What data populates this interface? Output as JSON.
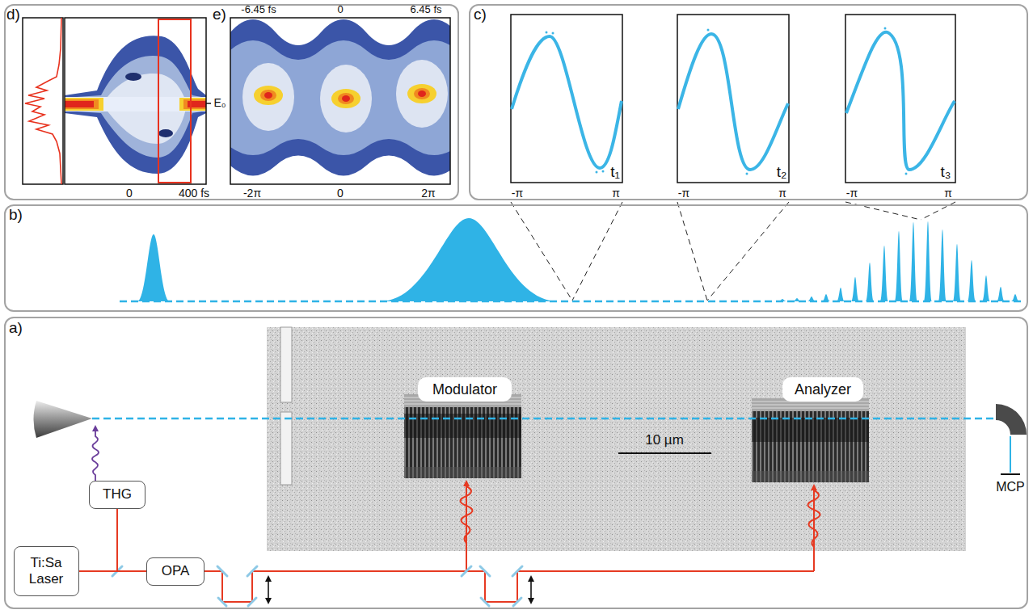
{
  "diagram": {
    "nodes": [
      {
        "text": [
          "d)",
          "e)"
        ]
      },
      {
        "text": [
          "c)"
        ]
      },
      {
        "text": [
          "b)"
        ]
      },
      {
        "text": [
          "a)"
        ]
      },
      {
        "text": [
          "Modulator"
        ],
        "in": 3
      },
      {
        "text": [
          "Analyzer"
        ],
        "in": 3
      },
      {
        "text": [
          "THG"
        ],
        "in": 3
      },
      {
        "text": [
          "Ti:Sa Laser"
        ],
        "in": 3
      },
      {
        "text": [
          "OPA"
        ],
        "in": 3
      }
    ],
    "edges": [
      {
        "from": 7,
        "to": 6,
        "arrow": "none"
      },
      {
        "from": 7,
        "to": 8,
        "arrow": "none"
      }
    ],
    "labels": [
      "-6.45 fs",
      "0",
      "6.45 fs",
      "E₀",
      "0",
      "400 fs",
      "-2π",
      "0",
      "2π",
      "t₁",
      "-π",
      "π",
      "t₂",
      "-π",
      "π",
      "t₃",
      "-π",
      "π",
      "10 µm",
      "MCP"
    ]
  }
}
